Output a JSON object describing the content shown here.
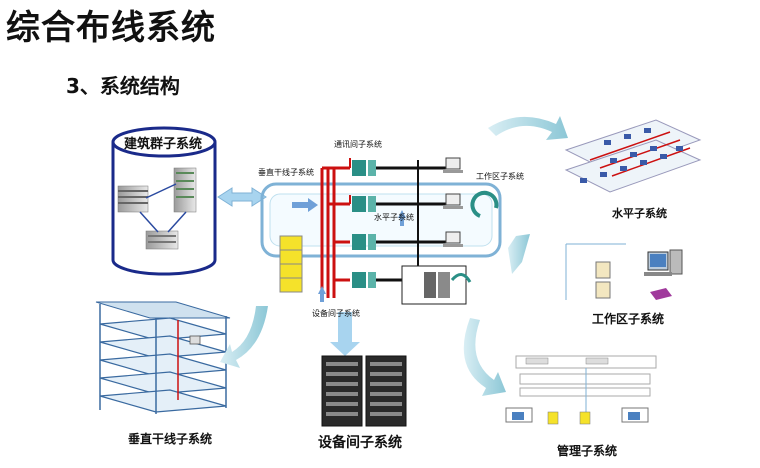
{
  "title": "综合布线系统",
  "subtitle": "3、系统结构",
  "labels": {
    "building_group": "建筑群子系统",
    "backbone_top": "垂直干线子系统",
    "telecom_room": "通讯间子系统",
    "work_area_top": "工作区子系统",
    "horizontal_center": "水平子系统",
    "equipment_room_center": "设备间子系统",
    "horizontal": "水平子系统",
    "work_area": "工作区子系统",
    "backbone": "垂直干线子系统",
    "equipment_room": "设备间子系统",
    "admin": "管理子系统"
  },
  "colors": {
    "accent_red": "#cc1010",
    "frame_blue": "#7fb2d6",
    "arrow_teal": "#8cc7d6",
    "panel_teal": "#2a8f86",
    "patch_yellow": "#f5e22a"
  }
}
